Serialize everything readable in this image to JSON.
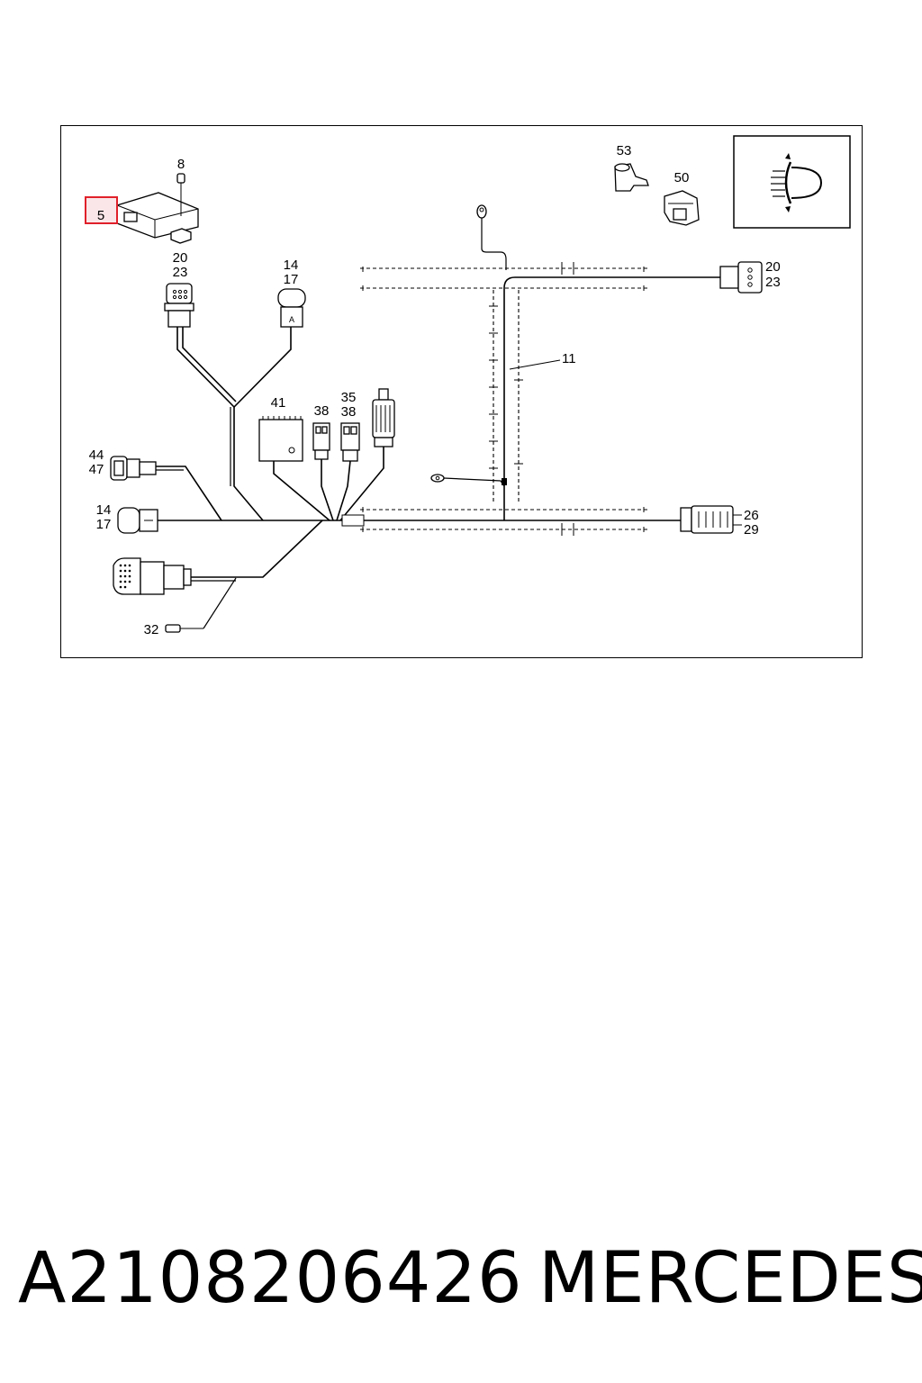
{
  "diagram": {
    "highlighted_callout": "5",
    "callouts": {
      "c8": "8",
      "c53": "53",
      "c50": "50",
      "c20a": "20",
      "c23a": "23",
      "c14a": "14",
      "c17a": "17",
      "c20b": "20",
      "c23b": "23",
      "c11": "11",
      "c41": "41",
      "c38a": "38",
      "c35": "35",
      "c38b": "38",
      "c44": "44",
      "c47": "47",
      "c14b": "14",
      "c17b": "17",
      "c26": "26",
      "c29": "29",
      "c32": "32"
    },
    "highlight_color": "#e0202a"
  },
  "caption": {
    "part_number": "A2108206426",
    "brand": "MERCEDES"
  }
}
